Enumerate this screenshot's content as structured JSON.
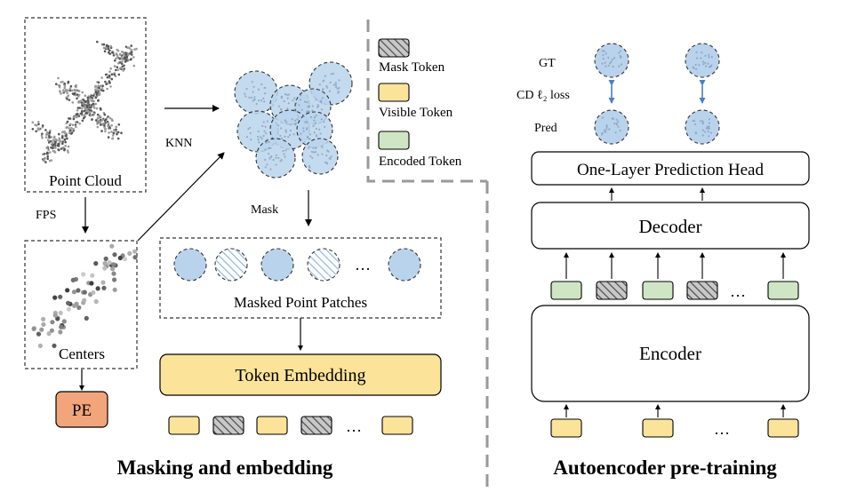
{
  "left_panel": {
    "point_cloud_label": "Point Cloud",
    "fps_label": "FPS",
    "knn_label": "KNN",
    "centers_label": "Centers",
    "pe_label": "PE",
    "mask_label": "Mask",
    "masked_patches_label": "Masked Point Patches",
    "token_embedding_label": "Token Embedding",
    "ellipsis": "…",
    "section_title": "Masking and embedding"
  },
  "legend": {
    "mask_token": "Mask Token",
    "visible_token": "Visible Token",
    "encoded_token": "Encoded Token"
  },
  "right_panel": {
    "gt_label": "GT",
    "loss_label": "CD ℓ₂ loss",
    "pred_label": "Pred",
    "prediction_head_label": "One-Layer Prediction Head",
    "decoder_label": "Decoder",
    "encoder_label": "Encoder",
    "ellipsis": "…",
    "section_title": "Autoencoder pre-training"
  },
  "colors": {
    "patch_blue": "#b9d3ec",
    "visible_yellow": "#fbe39a",
    "encoded_green": "#cfe6c5",
    "pe_orange": "#f2a57a",
    "arrow_blue": "#4a7fc4"
  }
}
